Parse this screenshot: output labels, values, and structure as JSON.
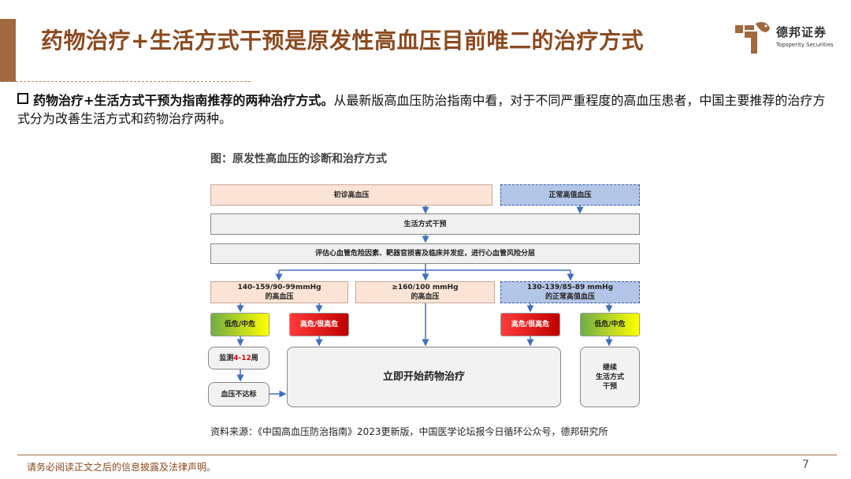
{
  "header": {
    "title": "药物治疗+生活方式干预是原发性高血压目前唯二的治疗方式",
    "logo_cn": "德邦证券",
    "logo_en": "Topsperity Securities"
  },
  "bullet": {
    "bold": "药物治疗+生活方式干预为指南推荐的两种治疗方式。",
    "text": "从最新版高血压防治指南中看，对于不同严重程度的高血压患者，中国主要推荐的治疗方式分为改善生活方式和药物治疗两种。"
  },
  "figure": {
    "title": "图：原发性高血压的诊断和治疗方式",
    "nodes": {
      "initial_diagnosis": "初诊高血压",
      "normal_high": "正常高值血压",
      "lifestyle": "生活方式干预",
      "assess": "评估心血管危险因素、靶器官损害及临床并发症，进行心血管风险分层",
      "range1_line1": "140-159/90-99mmHg",
      "range1_line2": "的高血压",
      "range2_line1": "≥160/100 mmHg",
      "range2_line2": "的高血压",
      "range3_line1": "130-139/85-89 mmHg",
      "range3_line2": "的正常高值血压",
      "low_mid_1": "低危/中危",
      "high_1": "高危/很高危",
      "high_2": "高危/很高危",
      "low_mid_2": "低危/中危",
      "monitor_prefix": "监测",
      "monitor_weeks": "4-12",
      "monitor_suffix": "周",
      "not_met": "血压不达标",
      "start_drug": "立即开始药物治疗",
      "continue_line1": "继续",
      "continue_line2": "生活方式",
      "continue_line3": "干预"
    },
    "source": "资料来源：《中国高血压防治指南》2023更新版，中国医学论坛报今日循环公众号，德邦研究所"
  },
  "footer": {
    "disclaimer": "请务必阅读正文之后的信息披露及法律声明。",
    "page": "7"
  },
  "colors": {
    "brand": "#8b4a1f",
    "accent": "#a0693f",
    "arrow": "#3f6fc0"
  }
}
